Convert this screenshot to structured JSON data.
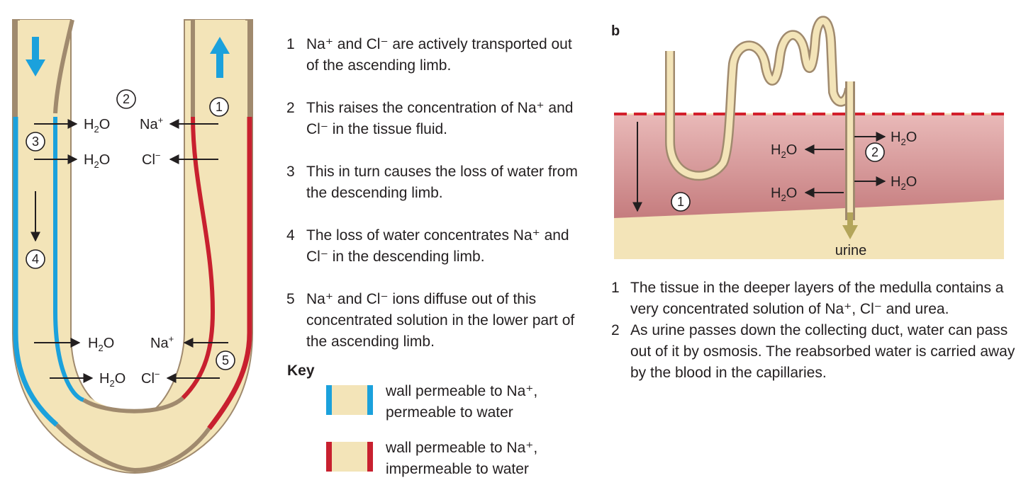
{
  "loop_diagram": {
    "labels": {
      "h2o": "H2O",
      "na": "Na+",
      "cl": "Cl-"
    },
    "markers": [
      "1",
      "2",
      "3",
      "4",
      "5"
    ]
  },
  "steps": [
    {
      "num": "1",
      "text": "Na⁺ and Cl⁻ are actively transported out of the ascending limb."
    },
    {
      "num": "2",
      "text": "This raises the concentration of Na⁺ and Cl⁻ in the tissue fluid."
    },
    {
      "num": "3",
      "text": "This in turn causes the loss of water from the descending limb."
    },
    {
      "num": "4",
      "text": "The loss of water concentrates Na⁺ and Cl⁻ in the descending limb."
    },
    {
      "num": "5",
      "text": "Na⁺ and Cl⁻ ions diffuse out of this concentrated solution in the lower part of the ascending limb."
    }
  ],
  "key": {
    "title": "Key",
    "items": [
      {
        "line1": "wall permeable to Na⁺,",
        "line2": "permeable to water",
        "wall_color": "#1ba1dc"
      },
      {
        "line1": "wall permeable to Na⁺,",
        "line2": "impermeable to water",
        "wall_color": "#c8202f"
      }
    ]
  },
  "panel_b": {
    "label": "b",
    "urine_label": "urine",
    "markers": [
      "1",
      "2"
    ],
    "notes": [
      {
        "num": "1",
        "text": "The tissue in the deeper layers of the medulla contains a very concentrated solution of Na⁺, Cl⁻ and urea."
      },
      {
        "num": "2",
        "text": "As urine passes down the collecting duct, water can pass out of it by osmosis. The reabsorbed water is carried away by the blood in the capillaries."
      }
    ]
  },
  "colors": {
    "tubule_fill": "#f3e4b8",
    "permeable_wall": "#1ba1dc",
    "impermeable_wall": "#c8202f",
    "medulla": "#cf8f90",
    "boundary_dash": "#d21f2b",
    "flow_arrow": "#1ba1dc",
    "urine_arrow": "#b3a55a"
  }
}
